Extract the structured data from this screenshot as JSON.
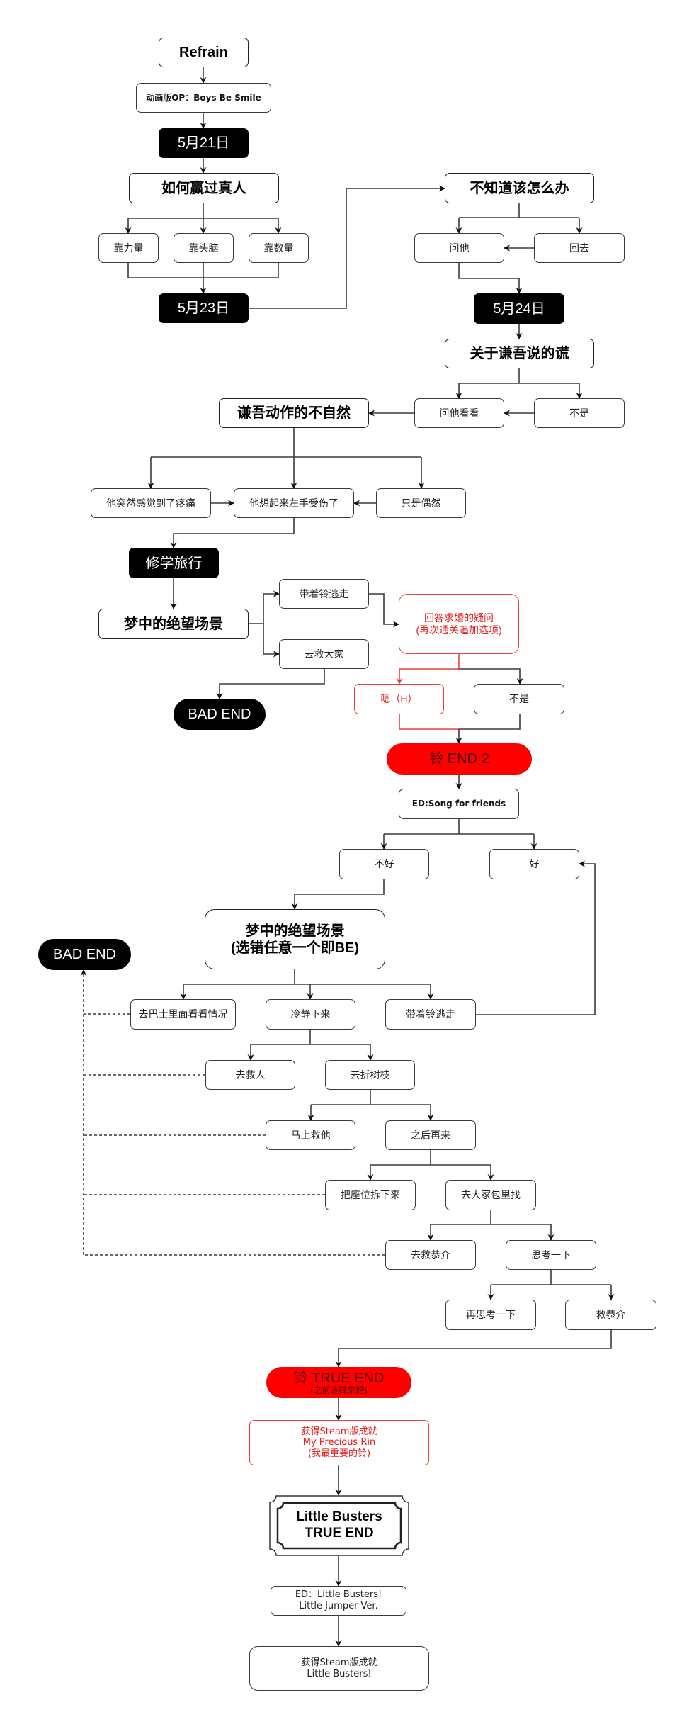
{
  "diagram": {
    "colors": {
      "line": "#3a3a3a",
      "red_fill": "#ff0000",
      "red_stroke": "#e8403a",
      "red_text": "#e11d1d",
      "dark_fill": "#000000"
    },
    "nodes": {
      "refrain": "Refrain",
      "op": "动画版OP：Boys Be Smile",
      "may21": "5月21日",
      "how_to_win": "如何赢过真人",
      "by_strength": "靠力量",
      "by_brains": "靠头脑",
      "by_numbers": "靠数量",
      "may23": "5月23日",
      "dont_know": "不知道该怎么办",
      "ask_him": "问他",
      "go_back": "回去",
      "may24": "5月24日",
      "about_lie": "关于谦吾说的谎",
      "try_ask_him": "问他看看",
      "no_1": "不是",
      "unnatural": "谦吾动作的不自然",
      "sudden_pain": "他突然感觉到了疼痛",
      "left_hand_injured": "他想起来左手受伤了",
      "just_chance": "只是偶然",
      "school_trip": "修学旅行",
      "despair_dream": "梦中的绝望场景",
      "run_with_rin_1": "带着铃逃走",
      "save_everyone": "去救大家",
      "answer_proposal": "回答求婚的疑问\n(再次通关追加选项)",
      "yes_h": "嗯（H）",
      "no_2": "不是",
      "bad_end_1": "BAD END",
      "rin_end_2": "铃 END 2",
      "ed_song": "ED:Song for friends",
      "not_good": "不好",
      "good": "好",
      "despair_dream_2": "梦中的绝望场景\n(选错任意一个即BE)",
      "bad_end_2": "BAD END",
      "check_bus": "去巴士里面看看情况",
      "calm_down": "冷静下来",
      "run_with_rin_2": "带着铃逃走",
      "save_people": "去救人",
      "break_branch": "去折树枝",
      "save_him_now": "马上救他",
      "come_back_later": "之后再来",
      "remove_seat": "把座位拆下来",
      "search_bags": "去大家包里找",
      "save_kyosuke_1": "去救恭介",
      "think": "思考一下",
      "think_again": "再思考一下",
      "save_kyosuke_2": "救恭介",
      "rin_true_end": "铃 TRUE END",
      "rin_true_end_note": "(之前选择求婚)",
      "steam_achievement_1": "获得Steam版成就\nMy Precious Rin\n(我最重要的铃)",
      "lb_true_end": "Little Busters\nTRUE END",
      "ed_lb": "ED：Little Busters!\n-Little Jumper Ver.-",
      "steam_achievement_2": "获得Steam版成就\nLittle Busters!"
    }
  }
}
